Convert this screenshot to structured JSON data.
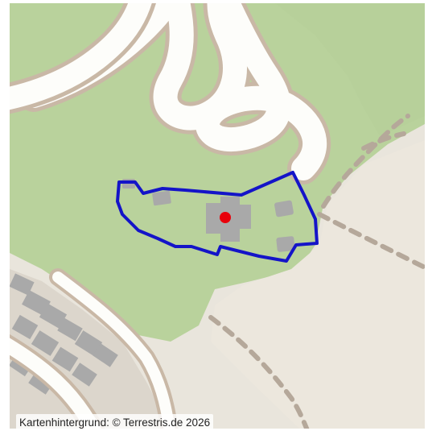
{
  "map": {
    "attribution": "Kartenhintergrund: © Terrestris.de 2026",
    "colors": {
      "background": "#e9e5dc",
      "vegetation": "#b9d29c",
      "road_fill": "#fdfdfa",
      "road_casing": "#c9b8a6",
      "buildings": "#aaaaaa",
      "path_dashes": "#b5a89a",
      "boundary": "#1414c8",
      "marker": "#e8000b"
    },
    "features": {
      "boundary_polygon": "selected-area-outline",
      "marker": "location-marker"
    }
  }
}
